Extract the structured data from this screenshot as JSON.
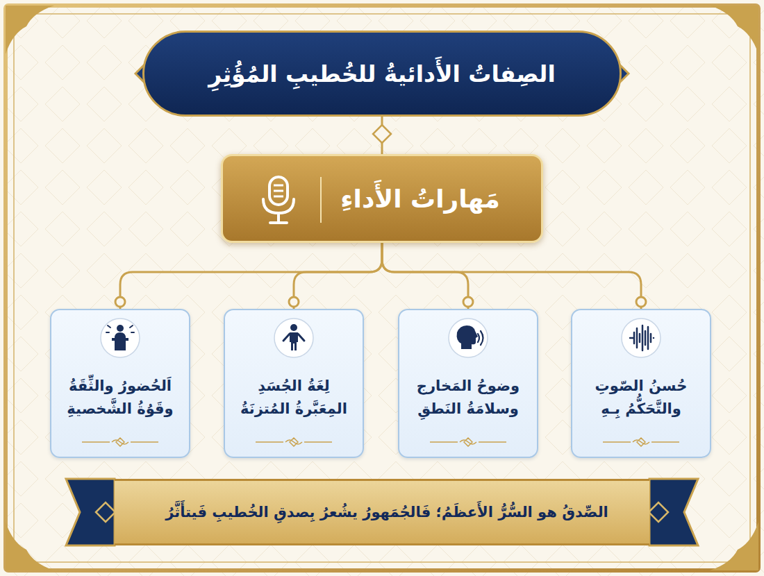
{
  "diagram": {
    "title": "الصِفاتُ الأَدائيةُ للخُطيبِ المُؤُثِرِ",
    "nodes": [
      {
        "text": [
          "مَهاراتُ الأَداءِ"
        ]
      },
      {
        "text": [
          "حُسنُ الصّوتِ والتَّحَكُّمُ بِـهِ"
        ]
      },
      {
        "text": [
          "وضوحُ المَخارج وسلامَةُ النَطقِ"
        ]
      },
      {
        "text": [
          "لِغَةُ الجُسَدِ المِعَبَّرةُ المُتزنَةُ"
        ]
      },
      {
        "text": [
          "اَلحُضورُ والثِّقَةُ وقَوُةُ الشَّخصيةِ"
        ]
      },
      {
        "text": [
          "الصِّدقُ هو السُّرُّ الأَعظَمُ؛ فَالجُمَهورُ يشُعرُ بِصدقِ الخُطيبِ فَيتأَثَّرُ"
        ]
      }
    ],
    "edges": [
      {
        "from": 0,
        "to": 1,
        "arrow": "none"
      },
      {
        "from": 0,
        "to": 2,
        "arrow": "none"
      },
      {
        "from": 0,
        "to": 3,
        "arrow": "none"
      },
      {
        "from": 0,
        "to": 4,
        "arrow": "none"
      }
    ]
  }
}
